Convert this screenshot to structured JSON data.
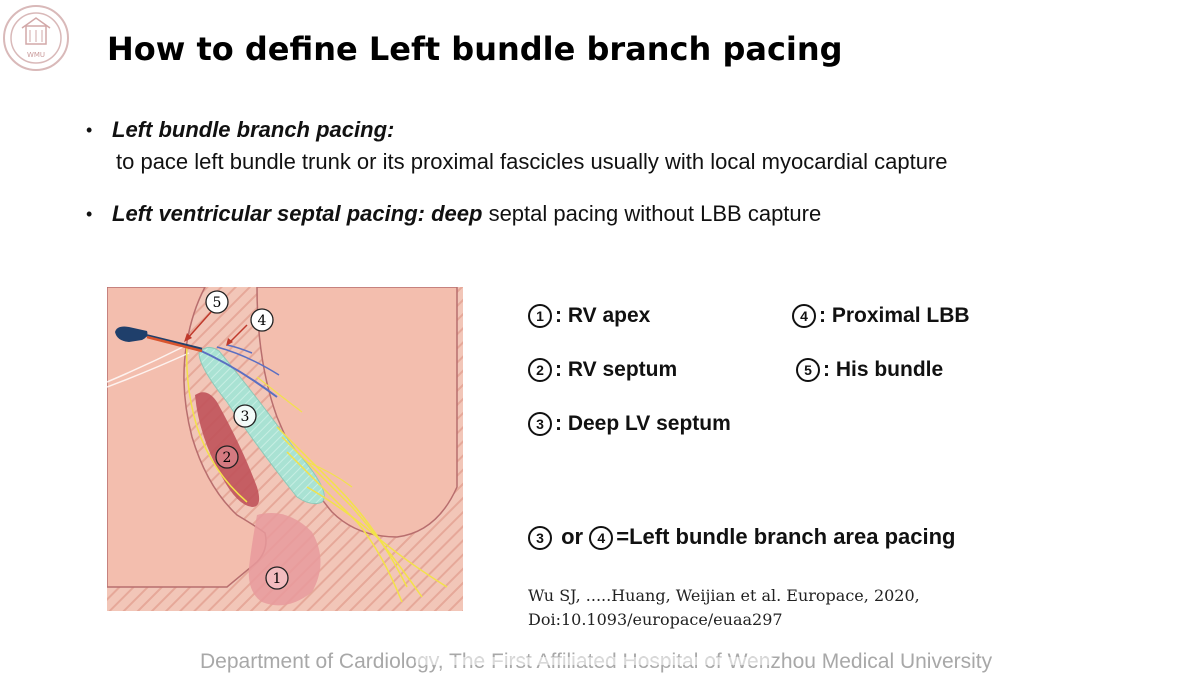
{
  "header": {
    "title": "How to define Left bundle branch pacing",
    "logo_icon": "university-seal-icon",
    "logo_text": "WMU"
  },
  "bullets": [
    {
      "term": "Left bundle branch pacing:",
      "text": "to pace left bundle trunk or its proximal fascicles usually with local myocardial capture"
    },
    {
      "term": "Left ventricular septal pacing:  deep",
      "text": "septal pacing without LBB capture"
    }
  ],
  "diagram": {
    "markers": [
      "5",
      "4",
      "3",
      "2",
      "1"
    ],
    "colors": {
      "background": "#f3c8bb",
      "hatch": "#e9aea0",
      "rv_septum": "#c0525a",
      "lv_septum": "#a8e0d0",
      "his_lead": "#1f3f6b",
      "fibers": "#f2e24a",
      "apex": "#e79a9c"
    }
  },
  "legend": [
    {
      "num": "1",
      "label": ": RV apex"
    },
    {
      "num": "4",
      "label": ": Proximal LBB"
    },
    {
      "num": "2",
      "label": ": RV septum"
    },
    {
      "num": "5",
      "label": ": His bundle"
    },
    {
      "num": "3",
      "label": ": Deep LV septum"
    }
  ],
  "summary": {
    "num_a": "3",
    "connector": " or ",
    "num_b": "4",
    "text": "=Left bundle branch area pacing"
  },
  "citation": {
    "line1": "Wu SJ, .....Huang, Weijian et al. Europace, 2020,",
    "line2": "Doi:10.1093/europace/euaa297"
  },
  "footer": {
    "text": "Department of Cardiology, The First Affiliated Hospital of Wenzhou Medical University"
  }
}
